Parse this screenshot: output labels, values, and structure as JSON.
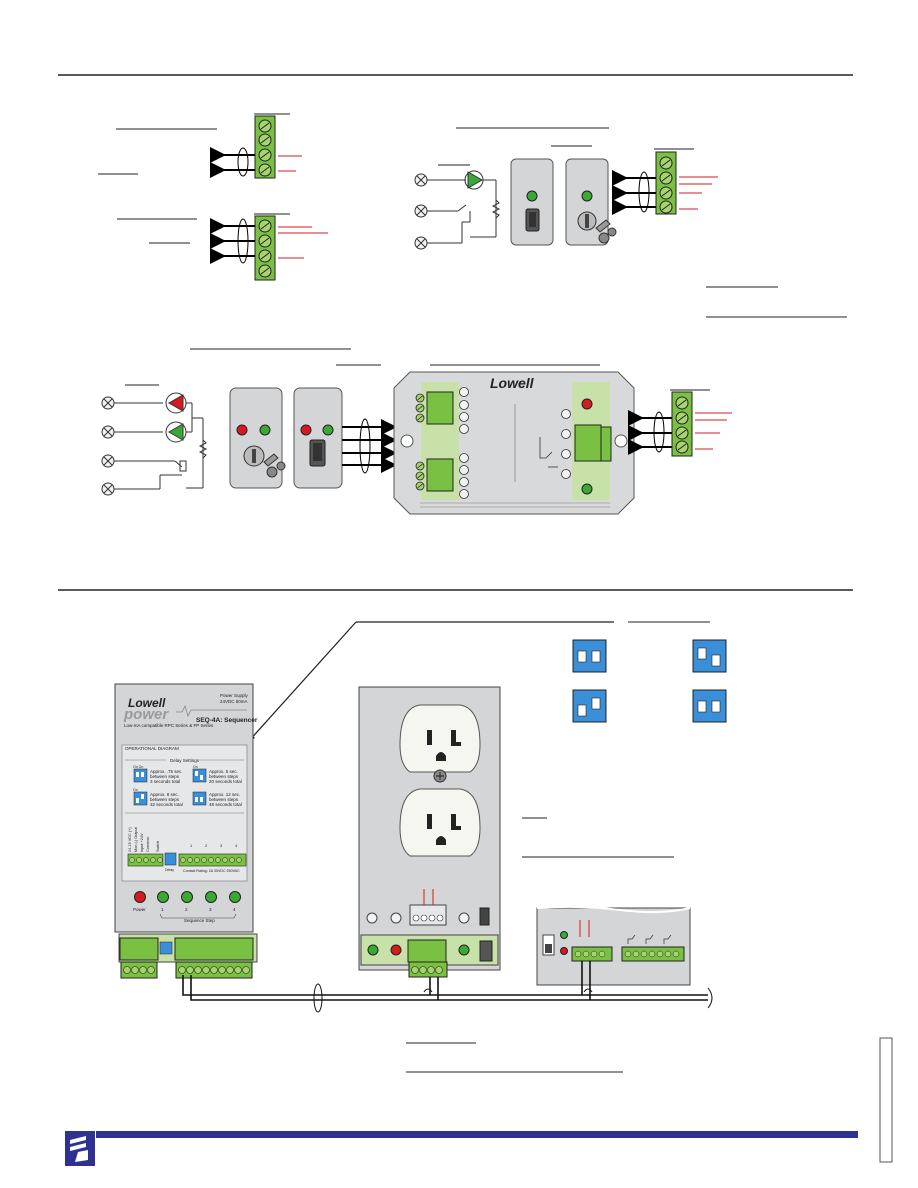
{
  "brand": {
    "logo": "Lowell",
    "product_line": "power",
    "tagline": "Low-mA compatible RPC Series & FP Series",
    "model": "SEQ-4A: Sequencer",
    "power_supply_line1": "Power Supply",
    "power_supply_line2": "24VDC 50mA"
  },
  "module": {
    "panel_title": "OPERATIONAL DIAGRAM",
    "delay_title": "Delay Settings",
    "delays": [
      {
        "tag": "On  On",
        "line1": "Approx. .75 sec.",
        "line2": "between steps",
        "line3": "3 seconds total"
      },
      {
        "tag": "On",
        "line1": "Approx. 5 sec.",
        "line2": "between steps",
        "line3": "20 seconds total"
      },
      {
        "tag": "On",
        "line1": "Approx. 8 sec.",
        "line2": "between steps",
        "line3": "32 seconds total"
      },
      {
        "tag": "",
        "line1": "Approx. 12 sec.",
        "line2": "between steps",
        "line3": "48 seconds total"
      }
    ],
    "terminal_labels": [
      "24-15 VDC (+)",
      "Mon (-) Output",
      "Input +24V",
      "Common"
    ],
    "switch_label": "Switch",
    "delay_label": "Delay",
    "contact_rating": "Contact Rating: 2A 30VDC 250VAC",
    "steps": [
      "1",
      "2",
      "3",
      "4"
    ],
    "power_label": "Power",
    "step_labels": [
      "1",
      "2",
      "3",
      "4"
    ],
    "sequence_label": "Sequence Step"
  },
  "interface": {
    "logo": "Lowell"
  },
  "colors": {
    "terminal_green": "#7ac143",
    "screw": "#a6d46e",
    "signal_red": "#d71920",
    "led_green": "#3aa935",
    "dip_blue": "#3b8fd9",
    "plate_gray": "#d4d5d7",
    "footer_blue": "#2e3192"
  },
  "icons": [
    "lowell-footer-logo-icon",
    "key-switch-icon",
    "rocker-switch-icon",
    "duplex-outlet-icon"
  ]
}
